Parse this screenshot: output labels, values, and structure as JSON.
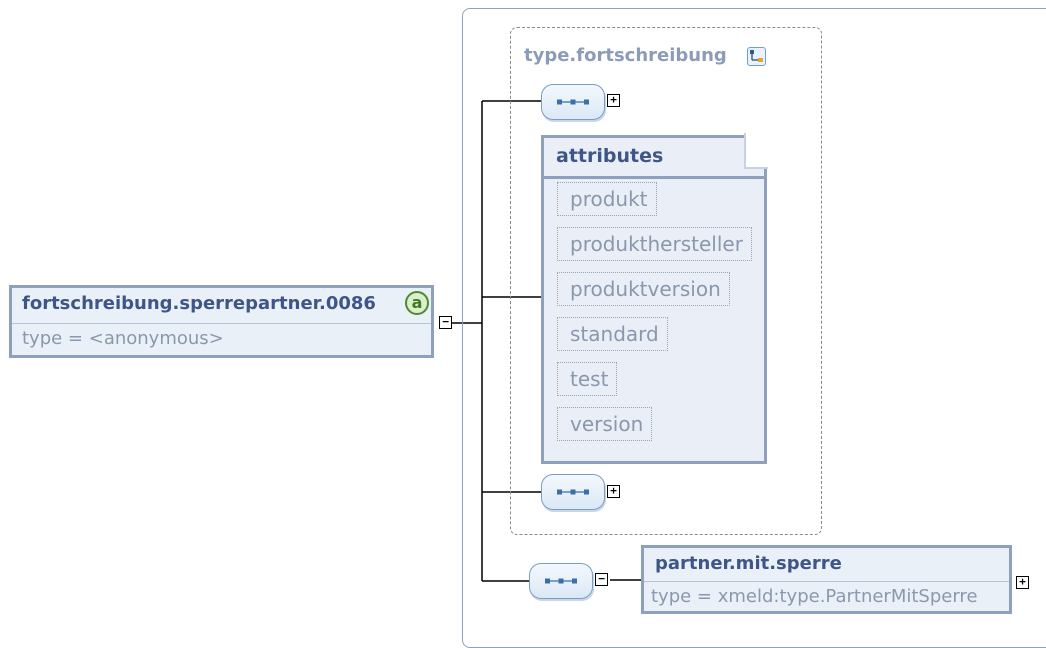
{
  "root_element": {
    "name": "fortschreibung.sperrepartner.0086",
    "type": "type = <anonymous>",
    "badge": "a",
    "toggle": "−"
  },
  "complex_type": {
    "name": "type.fortschreibung",
    "icon": "complex-type-icon"
  },
  "sequences": [
    {
      "toggle": "+"
    },
    {
      "toggle": "+"
    },
    {
      "toggle": "−"
    }
  ],
  "attributes_group": {
    "title": "attributes",
    "items": [
      "produkt",
      "produkthersteller",
      "produktversion",
      "standard",
      "test",
      "version"
    ]
  },
  "child_element": {
    "name": "partner.mit.sperre",
    "type": "type = xmeld:type.PartnerMitSperre",
    "toggle": "+"
  },
  "colors": {
    "element_border": "#8ea0bd",
    "element_fill": "#eaf0f8",
    "title_text": "#3e5687",
    "muted_text": "#8a98ae",
    "connector": "#000000"
  }
}
